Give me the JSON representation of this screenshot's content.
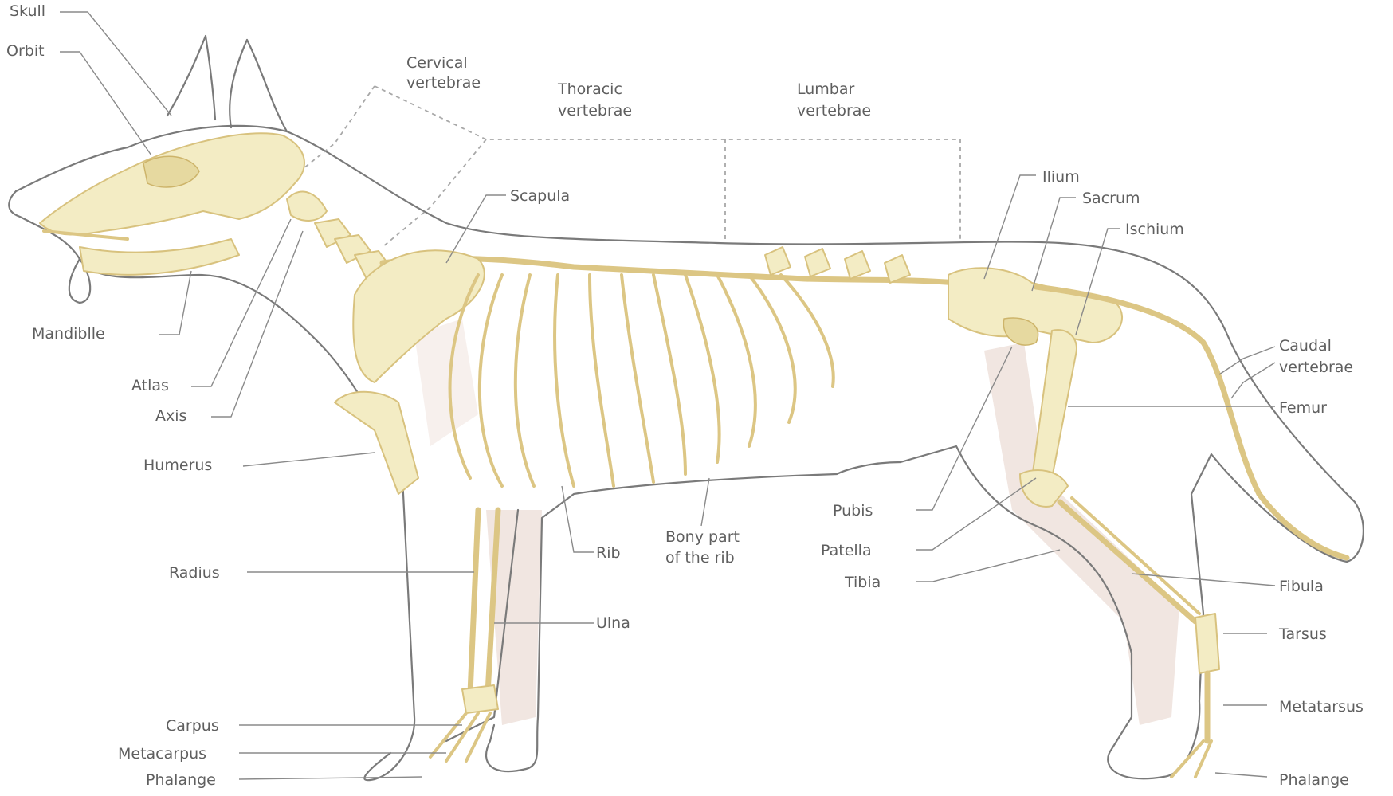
{
  "labels": {
    "skull": "Skull",
    "orbit": "Orbit",
    "cervical_1": "Cervical",
    "cervical_2": "vertebrae",
    "thoracic_1": "Thoracic",
    "thoracic_2": "vertebrae",
    "lumbar_1": "Lumbar",
    "lumbar_2": "vertebrae",
    "scapula": "Scapula",
    "ilium": "Ilium",
    "sacrum": "Sacrum",
    "ischium": "Ischium",
    "mandible": "Mandiblle",
    "atlas": "Atlas",
    "axis": "Axis",
    "humerus": "Humerus",
    "caudal_1": "Caudal",
    "caudal_2": "vertebrae",
    "femur": "Femur",
    "pubis": "Pubis",
    "patella": "Patella",
    "tibia": "Tibia",
    "fibula": "Fibula",
    "radius": "Radius",
    "rib": "Rib",
    "bony_rib_1": "Bony part",
    "bony_rib_2": "of the rib",
    "ulna": "Ulna",
    "tarsus": "Tarsus",
    "metatarsus": "Metatarsus",
    "carpus": "Carpus",
    "metacarpus": "Metacarpus",
    "phalange_front": "Phalange",
    "phalange_hind": "Phalange"
  },
  "colors": {
    "bone_fill": "#f3ecc4",
    "bone_stroke": "#d8c27e",
    "outline": "#7a7a7a",
    "leader": "#8a8a8a",
    "label_text": "#5f5f5f"
  }
}
